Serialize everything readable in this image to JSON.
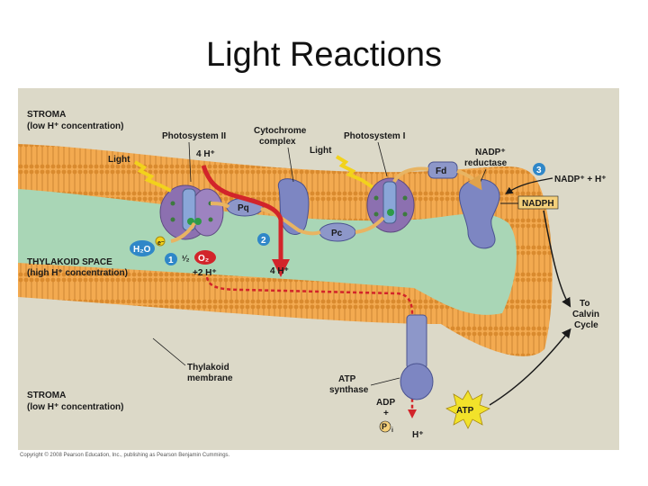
{
  "slide": {
    "title": "Light Reactions",
    "copyright": "Copyright © 2008 Pearson Education, Inc., publishing as Pearson Benjamin Cummings."
  },
  "diagram": {
    "stroma_top": [
      "STROMA",
      "(low H⁺ concentration)"
    ],
    "stroma_bottom": [
      "STROMA",
      "(low H⁺ concentration)"
    ],
    "thylakoid_space": [
      "THYLAKOID SPACE",
      "(high H⁺ concentration)"
    ],
    "thylakoid_membrane": [
      "Thylakoid",
      "membrane"
    ],
    "photosystem_ii": "Photosystem II",
    "photosystem_i": "Photosystem I",
    "cytochrome": [
      "Cytochrome",
      "complex"
    ],
    "light_1": "Light",
    "light_2": "Light",
    "nadp_reductase": [
      "NADP⁺",
      "reductase"
    ],
    "nadp_plus": "NADP⁺ + H⁺",
    "nadph": "NADPH",
    "to_calvin": [
      "To",
      "Calvin",
      "Cycle"
    ],
    "pq": "Pq",
    "pc": "Pc",
    "fd": "Fd",
    "h2o": "H₂O",
    "o2": "O₂",
    "half": "¹⁄₂",
    "two_h": "+2 H⁺",
    "four_h_top": "4 H⁺",
    "four_h_bottom": "4 H⁺",
    "electron": "e⁻",
    "atp_synthase": [
      "ATP",
      "synthase"
    ],
    "adp": "ADP",
    "plus": "+",
    "pi": "P",
    "pi_sub": "i",
    "atp": "ATP",
    "h_plus": "H⁺",
    "step_1": "1",
    "step_2": "2",
    "step_3": "3"
  },
  "colors": {
    "background": "#dcd9c8",
    "lumen": "#a9d6b6",
    "membrane": "#f0a246",
    "protein": "#8c70b0",
    "complex": "#7d86c2",
    "proton_arrow": "#d2242a",
    "electron_path": "#f2c27a"
  }
}
